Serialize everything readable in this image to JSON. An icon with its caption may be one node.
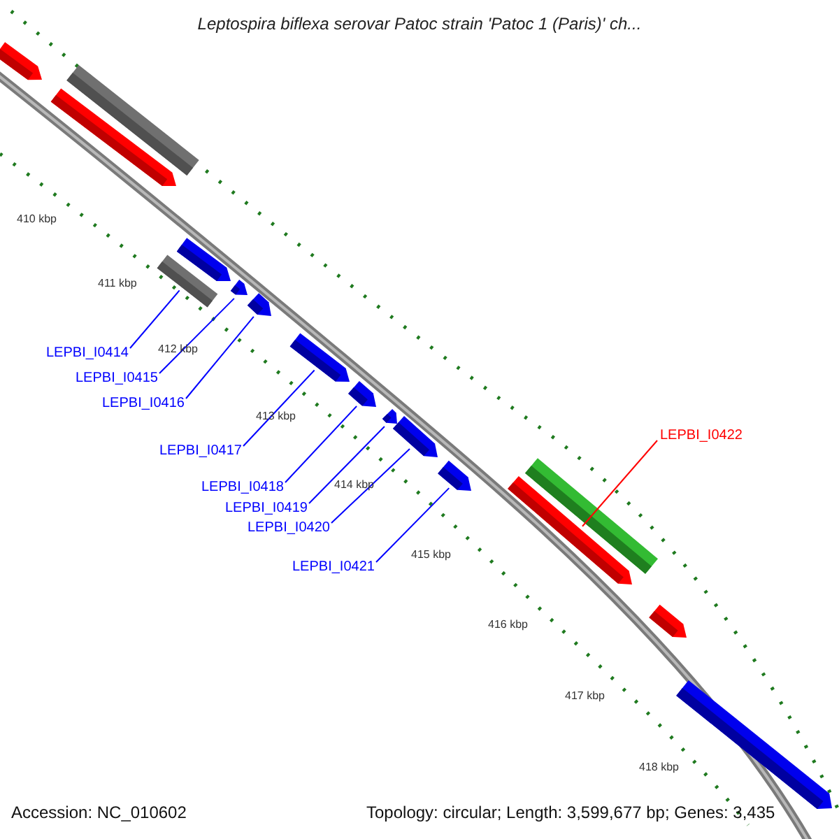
{
  "diagram": {
    "title": "Leptospira biflexa serovar Patoc strain 'Patoc 1 (Paris)' ch...",
    "nodes": [
      {
        "text": [],
        "shape": "arrow"
      },
      {
        "text": [],
        "shape": "bar"
      },
      {
        "text": [],
        "shape": "arrow"
      },
      {
        "text": [],
        "shape": "arrow"
      },
      {
        "text": [],
        "shape": "bar"
      },
      {
        "text": [],
        "shape": "arrow"
      },
      {
        "text": [],
        "shape": "arrow"
      },
      {
        "text": [],
        "shape": "arrow"
      },
      {
        "text": [],
        "shape": "arrow"
      },
      {
        "text": [],
        "shape": "arrow"
      },
      {
        "text": [],
        "shape": "arrow"
      },
      {
        "text": [],
        "shape": "arrow"
      },
      {
        "text": [],
        "shape": "bar"
      },
      {
        "text": [],
        "shape": "arrow"
      },
      {
        "text": [],
        "shape": "arrow"
      },
      {
        "text": [],
        "shape": "arrow"
      },
      {
        "text": [
          "LEPBI_I0414"
        ]
      },
      {
        "text": [
          "LEPBI_I0415"
        ]
      },
      {
        "text": [
          "LEPBI_I0416"
        ]
      },
      {
        "text": [
          "LEPBI_I0417"
        ]
      },
      {
        "text": [
          "LEPBI_I0418"
        ]
      },
      {
        "text": [
          "LEPBI_I0419"
        ]
      },
      {
        "text": [
          "LEPBI_I0420"
        ]
      },
      {
        "text": [
          "LEPBI_I0421"
        ]
      },
      {
        "text": [
          "LEPBI_I0422"
        ]
      }
    ],
    "edges": [
      {
        "from": 16,
        "to": 4,
        "arrow": "none"
      },
      {
        "from": 17,
        "to": 5,
        "arrow": "none"
      },
      {
        "from": 18,
        "to": 6,
        "arrow": "none"
      },
      {
        "from": 19,
        "to": 7,
        "arrow": "none"
      },
      {
        "from": 20,
        "to": 8,
        "arrow": "none"
      },
      {
        "from": 21,
        "to": 9,
        "arrow": "none"
      },
      {
        "from": 22,
        "to": 10,
        "arrow": "none"
      },
      {
        "from": 23,
        "to": 11,
        "arrow": "none"
      },
      {
        "from": 24,
        "to": 12,
        "arrow": "none",
        "color": "#ff0000"
      }
    ],
    "labels": [
      "410 kbp",
      "411 kbp",
      "412 kbp",
      "413 kbp",
      "414 kbp",
      "415 kbp",
      "416 kbp",
      "417 kbp",
      "418 kbp",
      "Accession: NC_010602",
      "Topology: circular; Length: 3,599,677 bp; Genes: 3,435"
    ]
  }
}
